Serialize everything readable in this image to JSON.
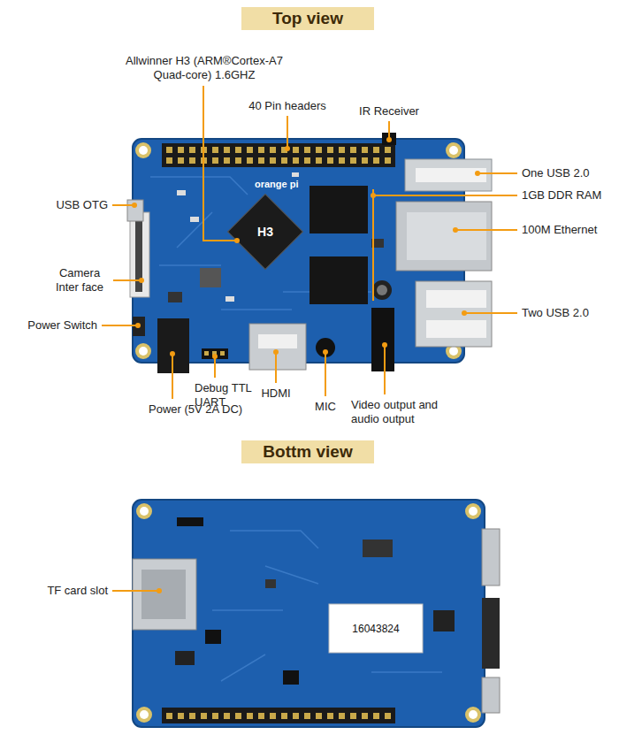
{
  "diagram": {
    "nodes": [
      {
        "text": [
          "Top view"
        ]
      },
      {
        "text": [
          "Bottm view"
        ]
      }
    ],
    "labels": [
      "Allwinner H3 (ARM®Cortex-A7 Quad-core) 1.6GHZ",
      "40 Pin headers",
      "IR Receiver",
      "One USB 2.0",
      "1GB DDR RAM",
      "USB OTG",
      "orange pi",
      "H3",
      "100M Ethernet",
      "Camera Inter face",
      "Two USB 2.0",
      "Power Switch",
      "Power (5V 2A DC)",
      "Debug TTL UART",
      "HDMI",
      "MIC",
      "Video output and audio output",
      "TF card slot",
      "16043824"
    ]
  }
}
